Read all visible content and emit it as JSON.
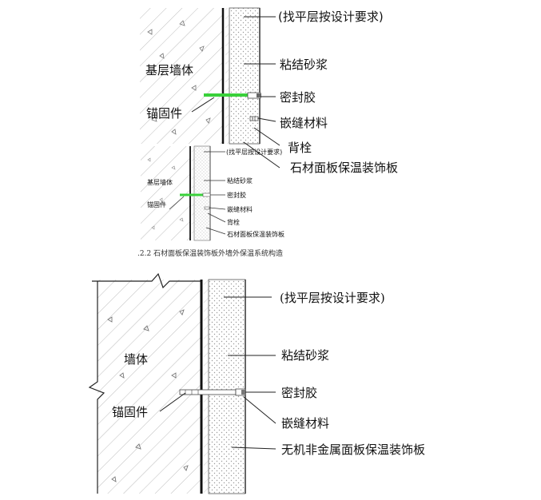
{
  "figure1": {
    "labels": {
      "leveling": "(找平层按设计要求)",
      "base_wall": "基层墙体",
      "bonding_mortar": "粘结砂浆",
      "sealant": "密封胶",
      "anchor": "锚固件",
      "joint_material": "嵌缝材料",
      "back_bolt": "背栓",
      "panel": "石材面板保温装饰板"
    }
  },
  "figure2": {
    "labels": {
      "leveling": "(找平层按设计要求)",
      "base_wall": "基层墙体",
      "bonding_mortar": "粘结砂浆",
      "sealant": "密封胶",
      "anchor": "锚固件",
      "joint_material": "嵌缝材料",
      "back_bolt": "背栓",
      "panel": "石材面板保温装饰板"
    },
    "caption": ".2.2 石材面板保温装饰板外墙外保温系统构造"
  },
  "figure3": {
    "labels": {
      "leveling": "(找平层按设计要求)",
      "wall": "墙体",
      "bonding_mortar": "粘结砂浆",
      "sealant": "密封胶",
      "anchor": "锚固件",
      "joint_material": "嵌缝材料",
      "panel": "无机非金属面板保温装饰板"
    }
  },
  "colors": {
    "anchor_green": "#39d13a",
    "line": "#111111"
  }
}
